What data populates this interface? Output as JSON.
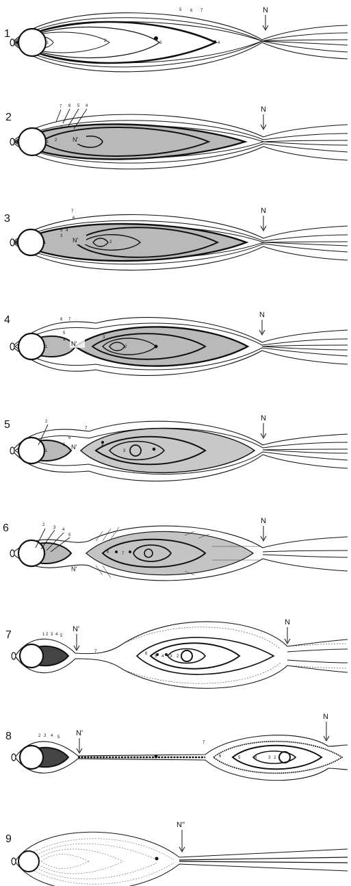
{
  "colors": {
    "ink": "#111111",
    "background": "#ffffff",
    "shade": "#b9b9b9",
    "shade_dark": "#8f8f8f"
  },
  "panels": [
    {
      "number": "1",
      "marker": "N",
      "secondary_marker": "",
      "line_numbers": [
        "5",
        "6",
        "7"
      ],
      "inner_numbers": [
        "1",
        "2",
        "3",
        "4"
      ],
      "shaded": false
    },
    {
      "number": "2",
      "marker": "N",
      "secondary_marker": "N'",
      "line_numbers": [
        "7",
        "6",
        "5",
        "4"
      ],
      "inner_numbers": [
        "3",
        "2",
        "1"
      ],
      "shaded": true
    },
    {
      "number": "3",
      "marker": "N",
      "secondary_marker": "N'",
      "line_numbers": [
        "7",
        "6",
        "5",
        "4"
      ],
      "inner_numbers": [
        "3",
        "2",
        "1"
      ],
      "shaded": true
    },
    {
      "number": "4",
      "marker": "N",
      "secondary_marker": "N'",
      "line_numbers": [
        "6",
        "7"
      ],
      "inner_numbers": [
        "5",
        "4",
        "3",
        "2",
        "1"
      ],
      "shaded": true
    },
    {
      "number": "5",
      "marker": "N",
      "secondary_marker": "N'",
      "line_numbers": [
        "2",
        "7"
      ],
      "inner_numbers": [
        "6",
        "5",
        "4",
        "3",
        "1"
      ],
      "shaded": true
    },
    {
      "number": "6",
      "marker": "N",
      "secondary_marker": "N'",
      "line_numbers": [
        "2",
        "3",
        "4",
        "5"
      ],
      "inner_numbers": [
        "6",
        "7",
        "1"
      ],
      "shaded": true
    },
    {
      "number": "7",
      "marker": "N",
      "secondary_marker": "N'",
      "line_numbers": [
        "1",
        "2",
        "3",
        "4",
        "5"
      ],
      "inner_numbers": [
        "7",
        "6",
        "5",
        "4",
        "3",
        "2"
      ],
      "shaded": false
    },
    {
      "number": "8",
      "marker": "N",
      "secondary_marker": "N'",
      "line_numbers": [
        "2",
        "3",
        "4",
        "5"
      ],
      "inner_numbers": [
        "7",
        "6",
        "5",
        "4",
        "3",
        "2",
        "1"
      ],
      "shaded": false
    },
    {
      "number": "9",
      "marker": "",
      "secondary_marker": "N''",
      "line_numbers": [],
      "inner_numbers": [],
      "shaded": false
    }
  ]
}
